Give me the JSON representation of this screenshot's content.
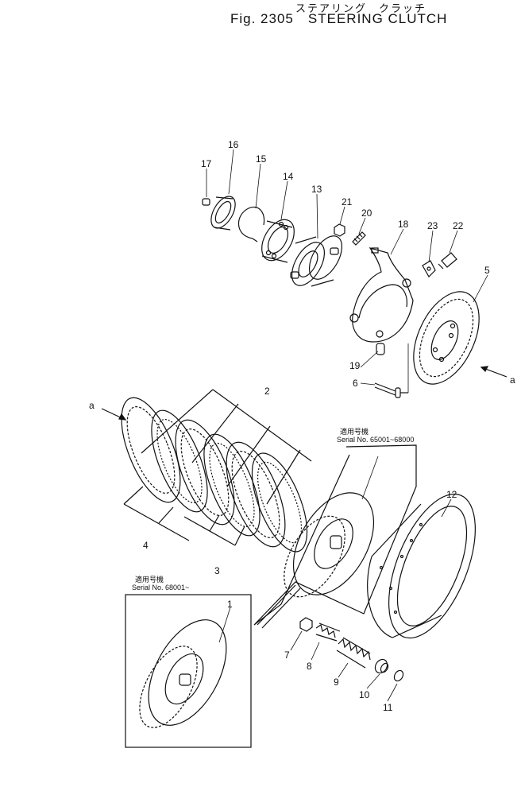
{
  "title": {
    "japanese": "ステアリング　クラッチ",
    "figure": "Fig. 2305",
    "name": "STEERING CLUTCH"
  },
  "serial_notes": {
    "upper_jp": "適用号機",
    "upper": "Serial No. 65001~68000",
    "lower_jp": "適用号機",
    "lower": "Serial No. 68001~"
  },
  "view_markers": {
    "left": "a",
    "right": "a"
  },
  "callouts": [
    "1",
    "2",
    "3",
    "4",
    "5",
    "6",
    "7",
    "8",
    "9",
    "10",
    "11",
    "12",
    "13",
    "14",
    "15",
    "16",
    "17",
    "18",
    "19",
    "20",
    "21",
    "22",
    "23"
  ]
}
